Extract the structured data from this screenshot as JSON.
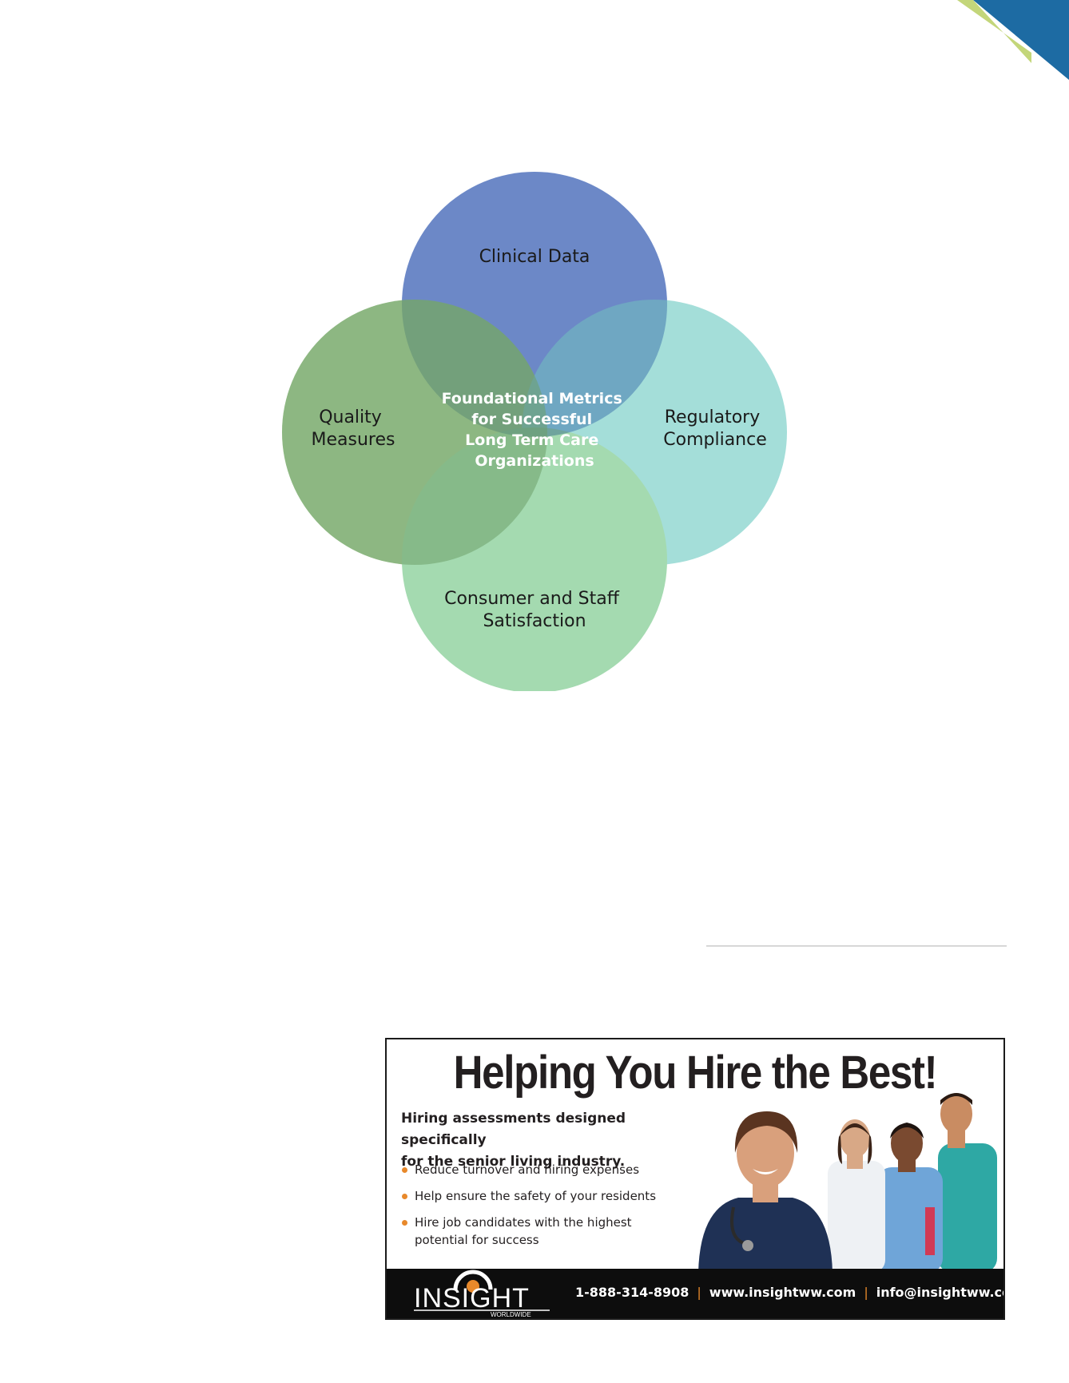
{
  "diagram": {
    "center": [
      "Foundational Metrics",
      "for Successful",
      "Long Term Care",
      "Organizations"
    ],
    "top": [
      "Clinical Data"
    ],
    "left": [
      "Quality",
      "Measures"
    ],
    "right": [
      "Regulatory",
      "Compliance"
    ],
    "bottom": [
      "Consumer and Staff",
      "Satisfaction"
    ]
  },
  "ad": {
    "headline": "Helping You Hire the Best!",
    "subheading_line1": "Hiring assessments designed specifically",
    "subheading_line2": "for the senior living industry.",
    "bullets": [
      "Reduce turnover and hiring expenses",
      "Help ensure the safety of your residents",
      "Hire job candidates with the highest potential for success"
    ],
    "logo_text": "INSIGHT",
    "logo_subtext": "WORLDWIDE",
    "phone": "1-888-314-8908",
    "website": "www.insightww.com",
    "email": "info@insightww.com"
  },
  "colors": {
    "corner_blue": "#1d6ba3",
    "corner_green": "#c3d67a",
    "circle_top": "#9fb5df",
    "circle_left": "#b5d5a1",
    "circle_right": "#a4ded9",
    "circle_bottom": "#a4dab0",
    "bullet_orange": "#e8892b"
  }
}
